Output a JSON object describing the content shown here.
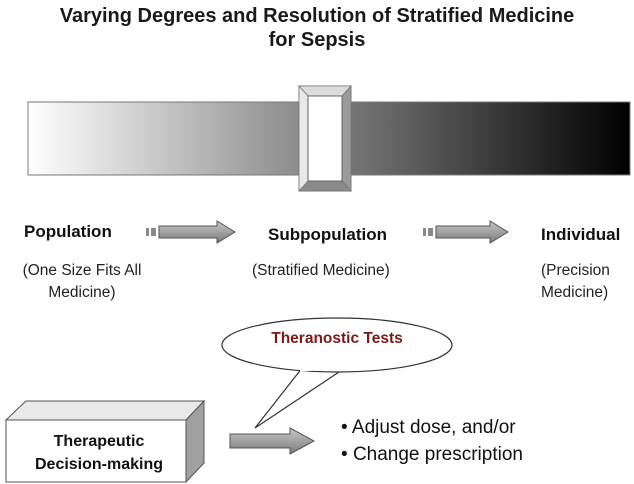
{
  "title_line1": "Varying Degrees and Resolution of Stratified Medicine",
  "title_line2": "for Sepsis",
  "stages": [
    {
      "label": "Population",
      "sub_line1": "(One Size Fits All",
      "sub_line2": "Medicine)"
    },
    {
      "label": "Subpopulation",
      "sub_line1": "(Stratified Medicine)",
      "sub_line2": ""
    },
    {
      "label": "Individual",
      "sub_line1": "(Precision",
      "sub_line2": "Medicine)"
    }
  ],
  "callout": "Theranostic Tests",
  "decision_box_line1": "Therapeutic",
  "decision_box_line2": "Decision-making",
  "bullets": [
    "Adjust dose, and/or",
    "Change prescription"
  ],
  "colors": {
    "gradient_start": "#ffffff",
    "gradient_end": "#000000",
    "callout_text": "#7a1a1a",
    "arrow_fill": "#9a9a9a"
  }
}
